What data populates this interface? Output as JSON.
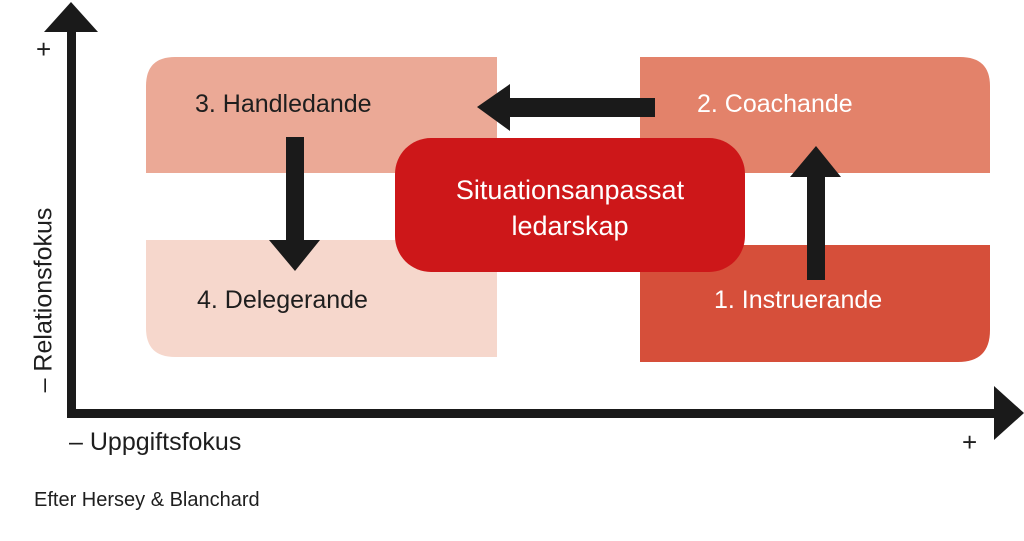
{
  "styles": [
    {
      "label": "3. Handledande",
      "color": "#eba996"
    },
    {
      "label": "2. Coachande",
      "color": "#e3826a"
    },
    {
      "label": "4. Delegerande",
      "color": "#f6d7cc"
    },
    {
      "label": "1. Instruerande",
      "color": "#d64f3a"
    }
  ],
  "center": {
    "line1": "Situationsanpassat",
    "line2": "ledarskap",
    "color": "#cd1719"
  },
  "axes": {
    "y_label": "Relationsfokus",
    "x_label": "Uppgiftsfokus",
    "minus": "–",
    "plus": "+"
  },
  "caption": "Efter Hersey & Blanchard",
  "arrow_color": "#1a1a1a"
}
